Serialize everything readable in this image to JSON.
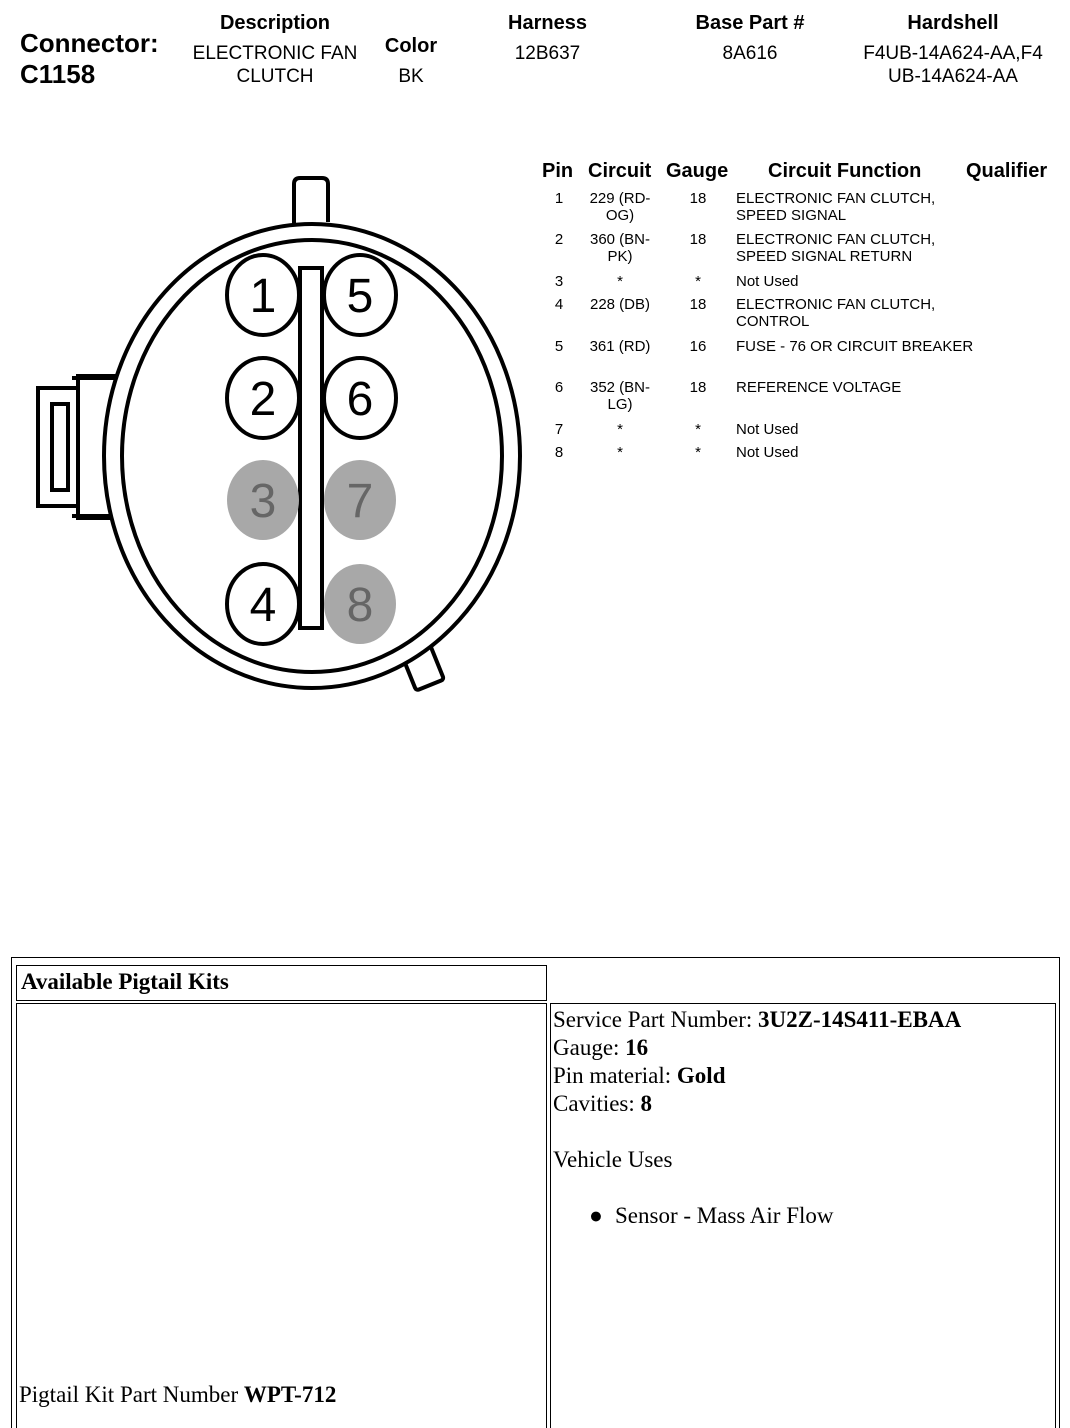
{
  "header": {
    "connector_label": "Connector:",
    "connector_id": "C1158",
    "description_label": "Description",
    "description_value": "ELECTRONIC FAN CLUTCH",
    "color_label": "Color",
    "color_value": "BK",
    "harness_label": "Harness",
    "harness_value": "12B637",
    "base_part_label": "Base Part #",
    "base_part_value": "8A616",
    "hardshell_label": "Hardshell",
    "hardshell_value": "F4UB-14A624-AA,F4UB-14A624-AA"
  },
  "diagram": {
    "pins": [
      {
        "label": "1",
        "used": true
      },
      {
        "label": "2",
        "used": true
      },
      {
        "label": "3",
        "used": false
      },
      {
        "label": "4",
        "used": true
      },
      {
        "label": "5",
        "used": true
      },
      {
        "label": "6",
        "used": true
      },
      {
        "label": "7",
        "used": false
      },
      {
        "label": "8",
        "used": false
      }
    ],
    "colors": {
      "unused_fill": "#a8a8a8",
      "used_fill": "#ffffff",
      "stroke": "#000000"
    }
  },
  "pin_table": {
    "headers": {
      "pin": "Pin",
      "circuit": "Circuit",
      "gauge": "Gauge",
      "function": "Circuit Function",
      "qualifier": "Qualifier"
    },
    "rows": [
      {
        "pin": "1",
        "circuit": "229 (RD-OG)",
        "gauge": "18",
        "function": "ELECTRONIC FAN CLUTCH, SPEED SIGNAL"
      },
      {
        "pin": "2",
        "circuit": "360 (BN-PK)",
        "gauge": "18",
        "function": "ELECTRONIC FAN CLUTCH, SPEED SIGNAL RETURN"
      },
      {
        "pin": "3",
        "circuit": "*",
        "gauge": "*",
        "function": "Not Used"
      },
      {
        "pin": "4",
        "circuit": "228 (DB)",
        "gauge": "18",
        "function": "ELECTRONIC FAN CLUTCH, CONTROL"
      },
      {
        "pin": "5",
        "circuit": "361 (RD)",
        "gauge": "16",
        "function": "FUSE - 76 OR CIRCUIT BREAKER"
      },
      {
        "pin": "6",
        "circuit": "352 (BN-LG)",
        "gauge": "18",
        "function": "REFERENCE VOLTAGE"
      },
      {
        "pin": "7",
        "circuit": "*",
        "gauge": "*",
        "function": "Not Used"
      },
      {
        "pin": "8",
        "circuit": "*",
        "gauge": "*",
        "function": "Not Used"
      }
    ]
  },
  "pigtail": {
    "title": "Available Pigtail Kits",
    "service_part_label": "Service Part Number: ",
    "service_part_value": "3U2Z-14S411-EBAA",
    "gauge_label": "Gauge: ",
    "gauge_value": "16",
    "pin_material_label": "Pin material: ",
    "pin_material_value": "Gold",
    "cavities_label": "Cavities: ",
    "cavities_value": "8",
    "vehicle_uses_label": "Vehicle Uses",
    "vehicle_uses": [
      "Sensor - Mass Air Flow"
    ],
    "kit_part_label": "Pigtail Kit Part Number ",
    "kit_part_value": "WPT-712"
  }
}
